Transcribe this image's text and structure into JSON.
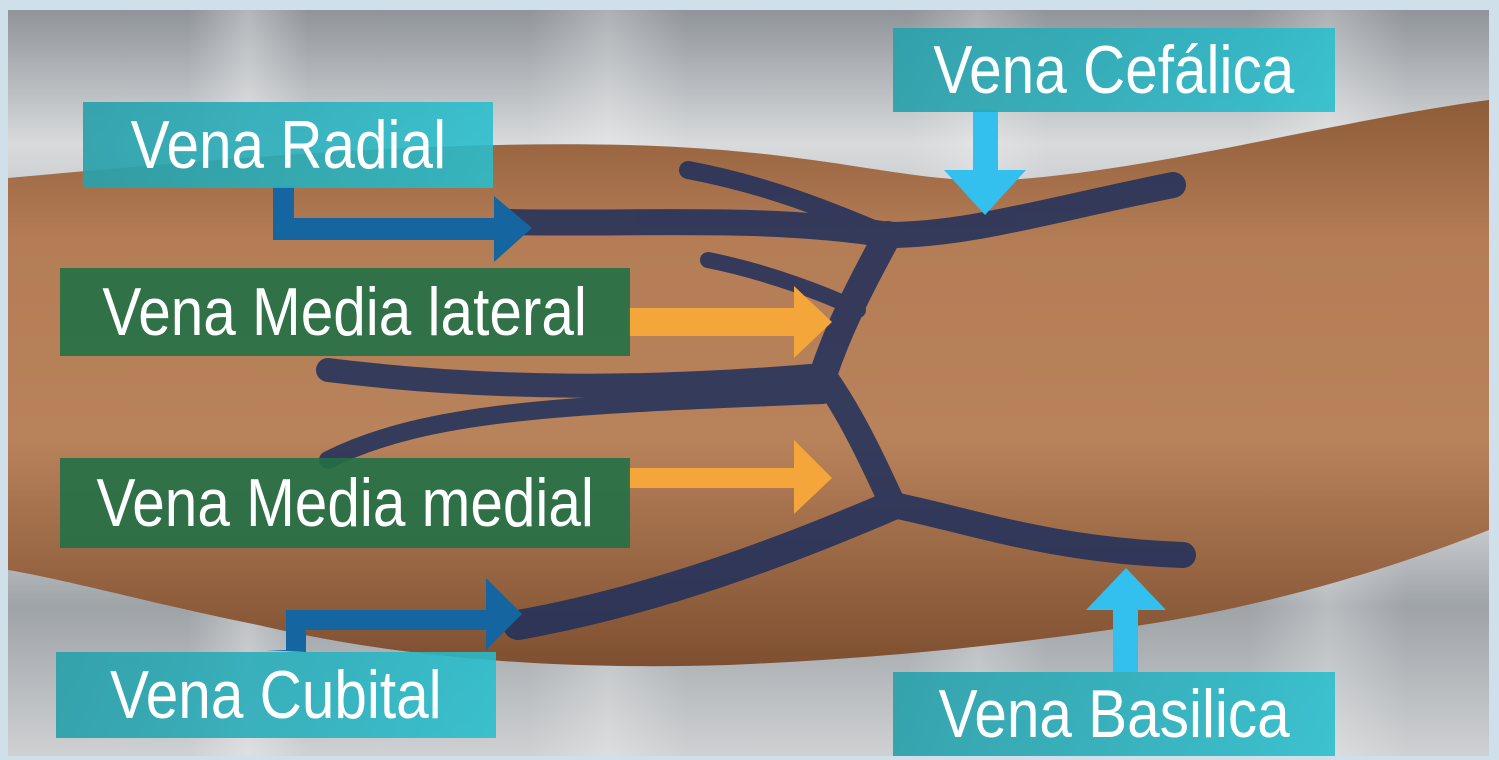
{
  "labels": {
    "radial": "Vena Radial",
    "cefalica": "Vena Cefálica",
    "media_lateral": "Vena Media lateral",
    "media_medial": "Vena Media medial",
    "cubital": "Vena Cubital",
    "basilica": "Vena Basilica"
  },
  "colors": {
    "teal_label": "#2bb3c3",
    "green_label": "#227046",
    "dark_blue_arrow": "#1565a0",
    "orange_arrow": "#f4a63a",
    "light_blue_arrow": "#33c0ee",
    "vein": "#1f2f5c",
    "skin": "#b07a52"
  }
}
